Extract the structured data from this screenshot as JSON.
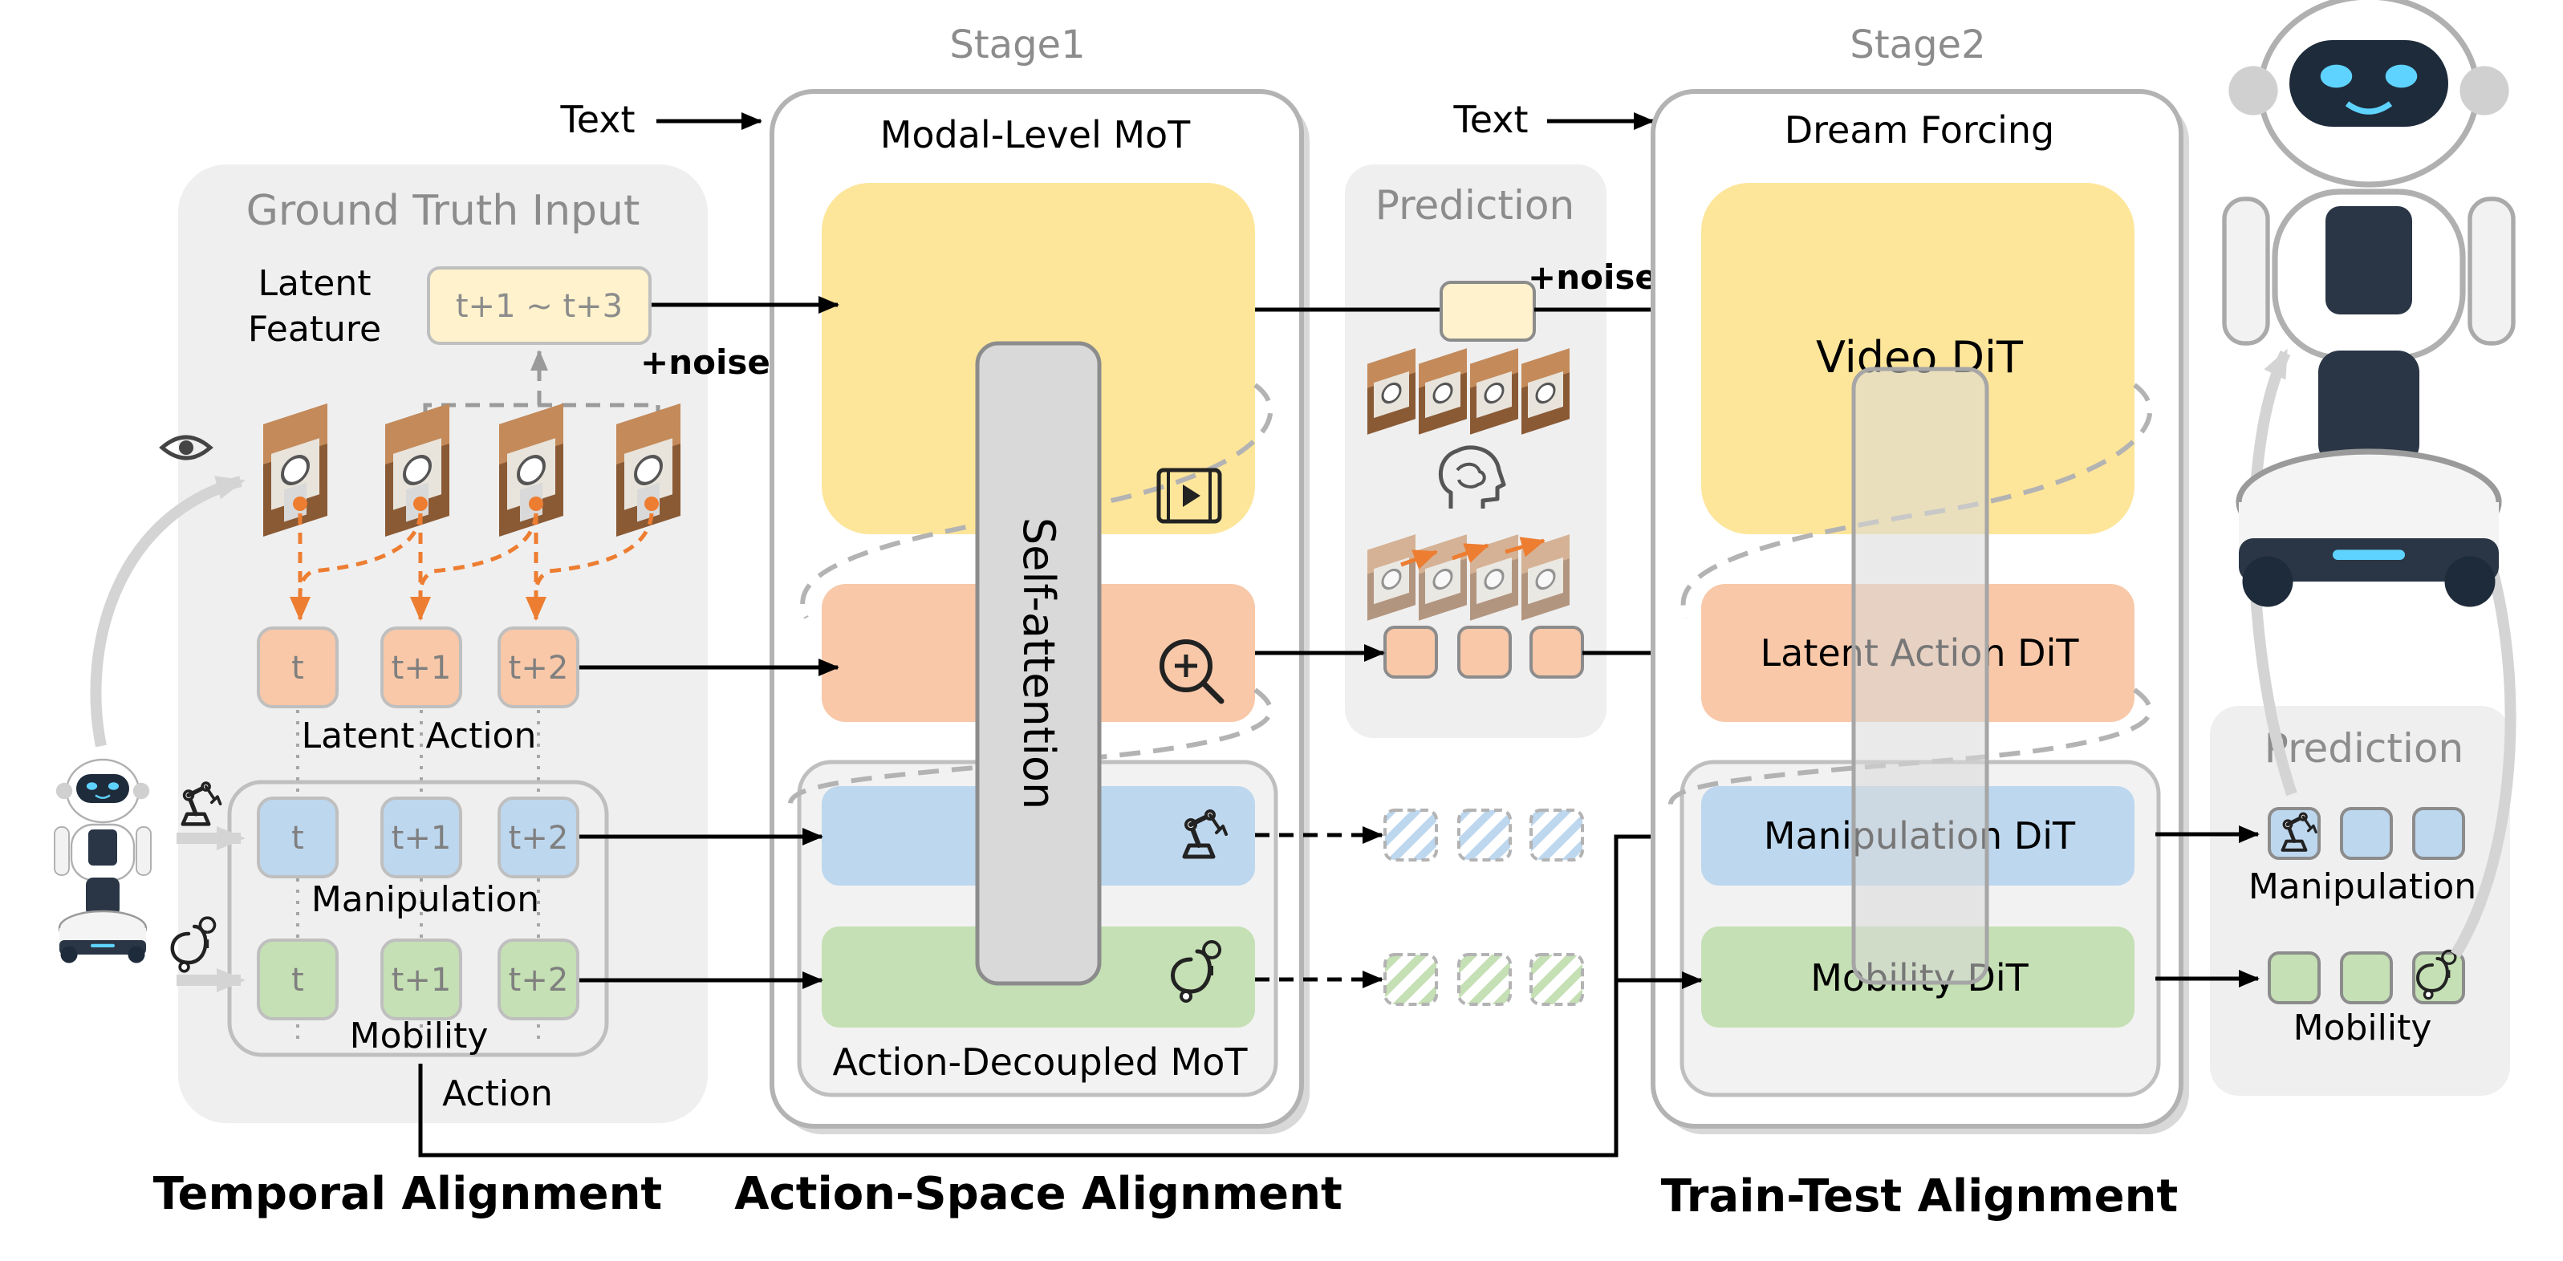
{
  "stage_labels": {
    "stage1": "Stage1",
    "stage2": "Stage2"
  },
  "text_inputs": {
    "stage1": "Text",
    "stage2": "Text"
  },
  "ground_truth": {
    "title": "Ground Truth Input",
    "latent_feature_line1": "Latent",
    "latent_feature_line2": "Feature",
    "latent_feature_box": "t+1 ~ t+3",
    "noise_label": "+noise",
    "latent_action_tokens": [
      "t",
      "t+1",
      "t+2"
    ],
    "latent_action_label": "Latent Action",
    "manipulation_tokens": [
      "t",
      "t+1",
      "t+2"
    ],
    "manipulation_label": "Manipulation",
    "mobility_tokens": [
      "t",
      "t+1",
      "t+2"
    ],
    "mobility_label": "Mobility",
    "action_label": "Action"
  },
  "stage1": {
    "modal_level_title": "Modal-Level MoT",
    "self_attention": "Self-attention",
    "action_decoupled_title": "Action-Decoupled MoT"
  },
  "prediction_mid": {
    "title": "Prediction",
    "noise_label": "+noise"
  },
  "stage2": {
    "title": "Dream Forcing",
    "video_dit": "Video DiT",
    "latent_action_dit": "Latent Action DiT",
    "manipulation_dit": "Manipulation DiT",
    "mobility_dit": "Mobility DiT"
  },
  "prediction_right": {
    "title": "Prediction",
    "manipulation_label": "Manipulation",
    "mobility_label": "Mobility"
  },
  "footer": {
    "temporal": "Temporal Alignment",
    "action_space": "Action-Space Alignment",
    "train_test": "Train-Test Alignment"
  },
  "colors": {
    "yellow": "#FDE69A",
    "orange": "#F8C8A8",
    "blue": "#BDD7EE",
    "green": "#C5E0B4",
    "panel_gray": "#EFEFEF",
    "self_attention_gray": "#D9D9D9",
    "arrow_orange": "#ED7D31"
  },
  "icons": [
    "eye-icon",
    "video-film-icon",
    "magnifier-plus-icon",
    "robot-arm-icon",
    "route-path-icon",
    "brain-head-icon",
    "robot-icon"
  ]
}
